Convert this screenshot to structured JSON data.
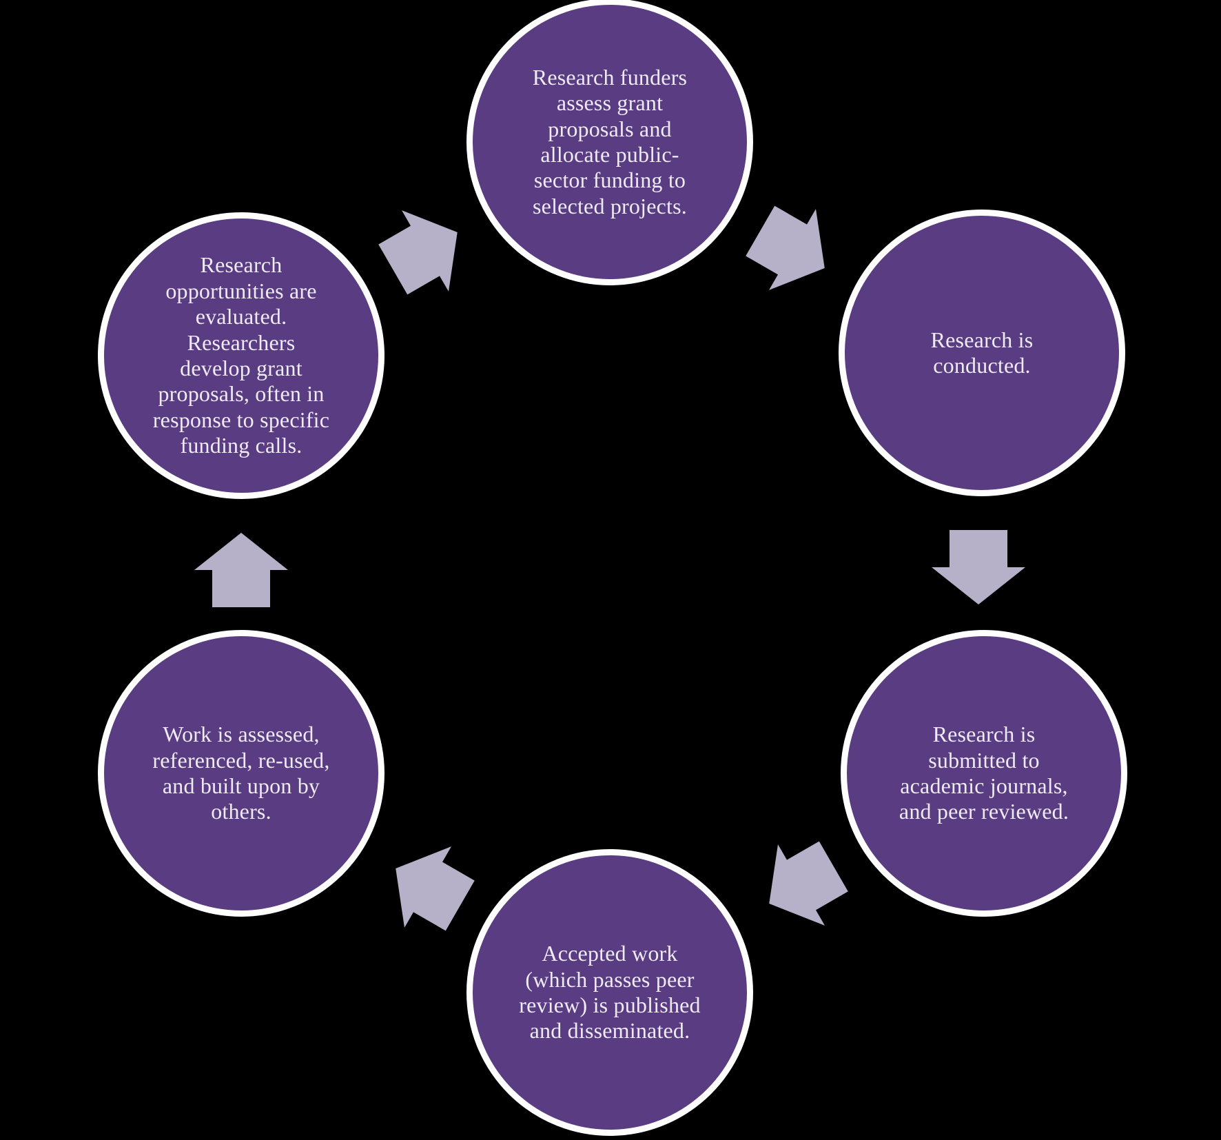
{
  "colors": {
    "background": "#000000",
    "node_fill": "#5a3c82",
    "node_ring": "#ffffff",
    "node_text": "#eeebf5",
    "arrow_fill": "#b6b1c8"
  },
  "nodes": [
    {
      "id": "funding-allocation",
      "text": "Research funders\nassess grant\nproposals and\nallocate public-\nsector funding to\nselected projects."
    },
    {
      "id": "research-conducted",
      "text": "Research is\nconducted."
    },
    {
      "id": "submission-peer-review",
      "text": "Research is\nsubmitted to\nacademic journals,\nand peer reviewed."
    },
    {
      "id": "publication-dissemination",
      "text": "Accepted work\n(which passes peer\nreview) is published\nand disseminated."
    },
    {
      "id": "assessment-reuse",
      "text": "Work is assessed,\nreferenced, re-used,\nand built upon by\nothers."
    },
    {
      "id": "proposal-development",
      "text": "Research\nopportunities are\nevaluated.\nResearchers\ndevelop grant\nproposals, often in\nresponse to specific\nfunding calls."
    }
  ],
  "arrows": [
    {
      "from": "proposal-development",
      "to": "funding-allocation",
      "direction": "up-right"
    },
    {
      "from": "funding-allocation",
      "to": "research-conducted",
      "direction": "down-right"
    },
    {
      "from": "research-conducted",
      "to": "submission-peer-review",
      "direction": "down"
    },
    {
      "from": "submission-peer-review",
      "to": "publication-dissemination",
      "direction": "down-left"
    },
    {
      "from": "publication-dissemination",
      "to": "assessment-reuse",
      "direction": "up-left"
    },
    {
      "from": "assessment-reuse",
      "to": "proposal-development",
      "direction": "up"
    }
  ]
}
